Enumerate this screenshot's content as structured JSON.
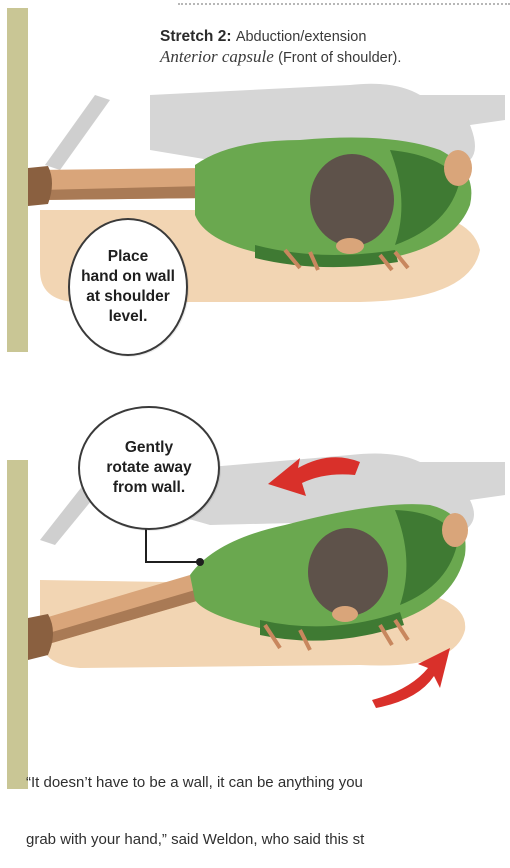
{
  "header": {
    "stretch_label": "Stretch 2:",
    "stretch_type": "Abduction/extension",
    "capsule_name": "Anterior capsule",
    "capsule_note": "(Front of shoulder)."
  },
  "bubbles": {
    "place_hand": "Place\nhand on wall\nat shoulder\nlevel.",
    "rotate_away": "Gently\nrotate away\nfrom wall."
  },
  "quote": {
    "line1": "“It doesn’t have to be a wall, it can be anything you",
    "line2": "grab with your hand,” said Weldon, who said this st"
  },
  "colors": {
    "wall": "#c9c695",
    "shirt": "#6aa84f",
    "skin": "#d9a57a",
    "hair": "#5e524a",
    "floor_shadow": "#f2d5b3",
    "arrow": "#d9302a"
  }
}
